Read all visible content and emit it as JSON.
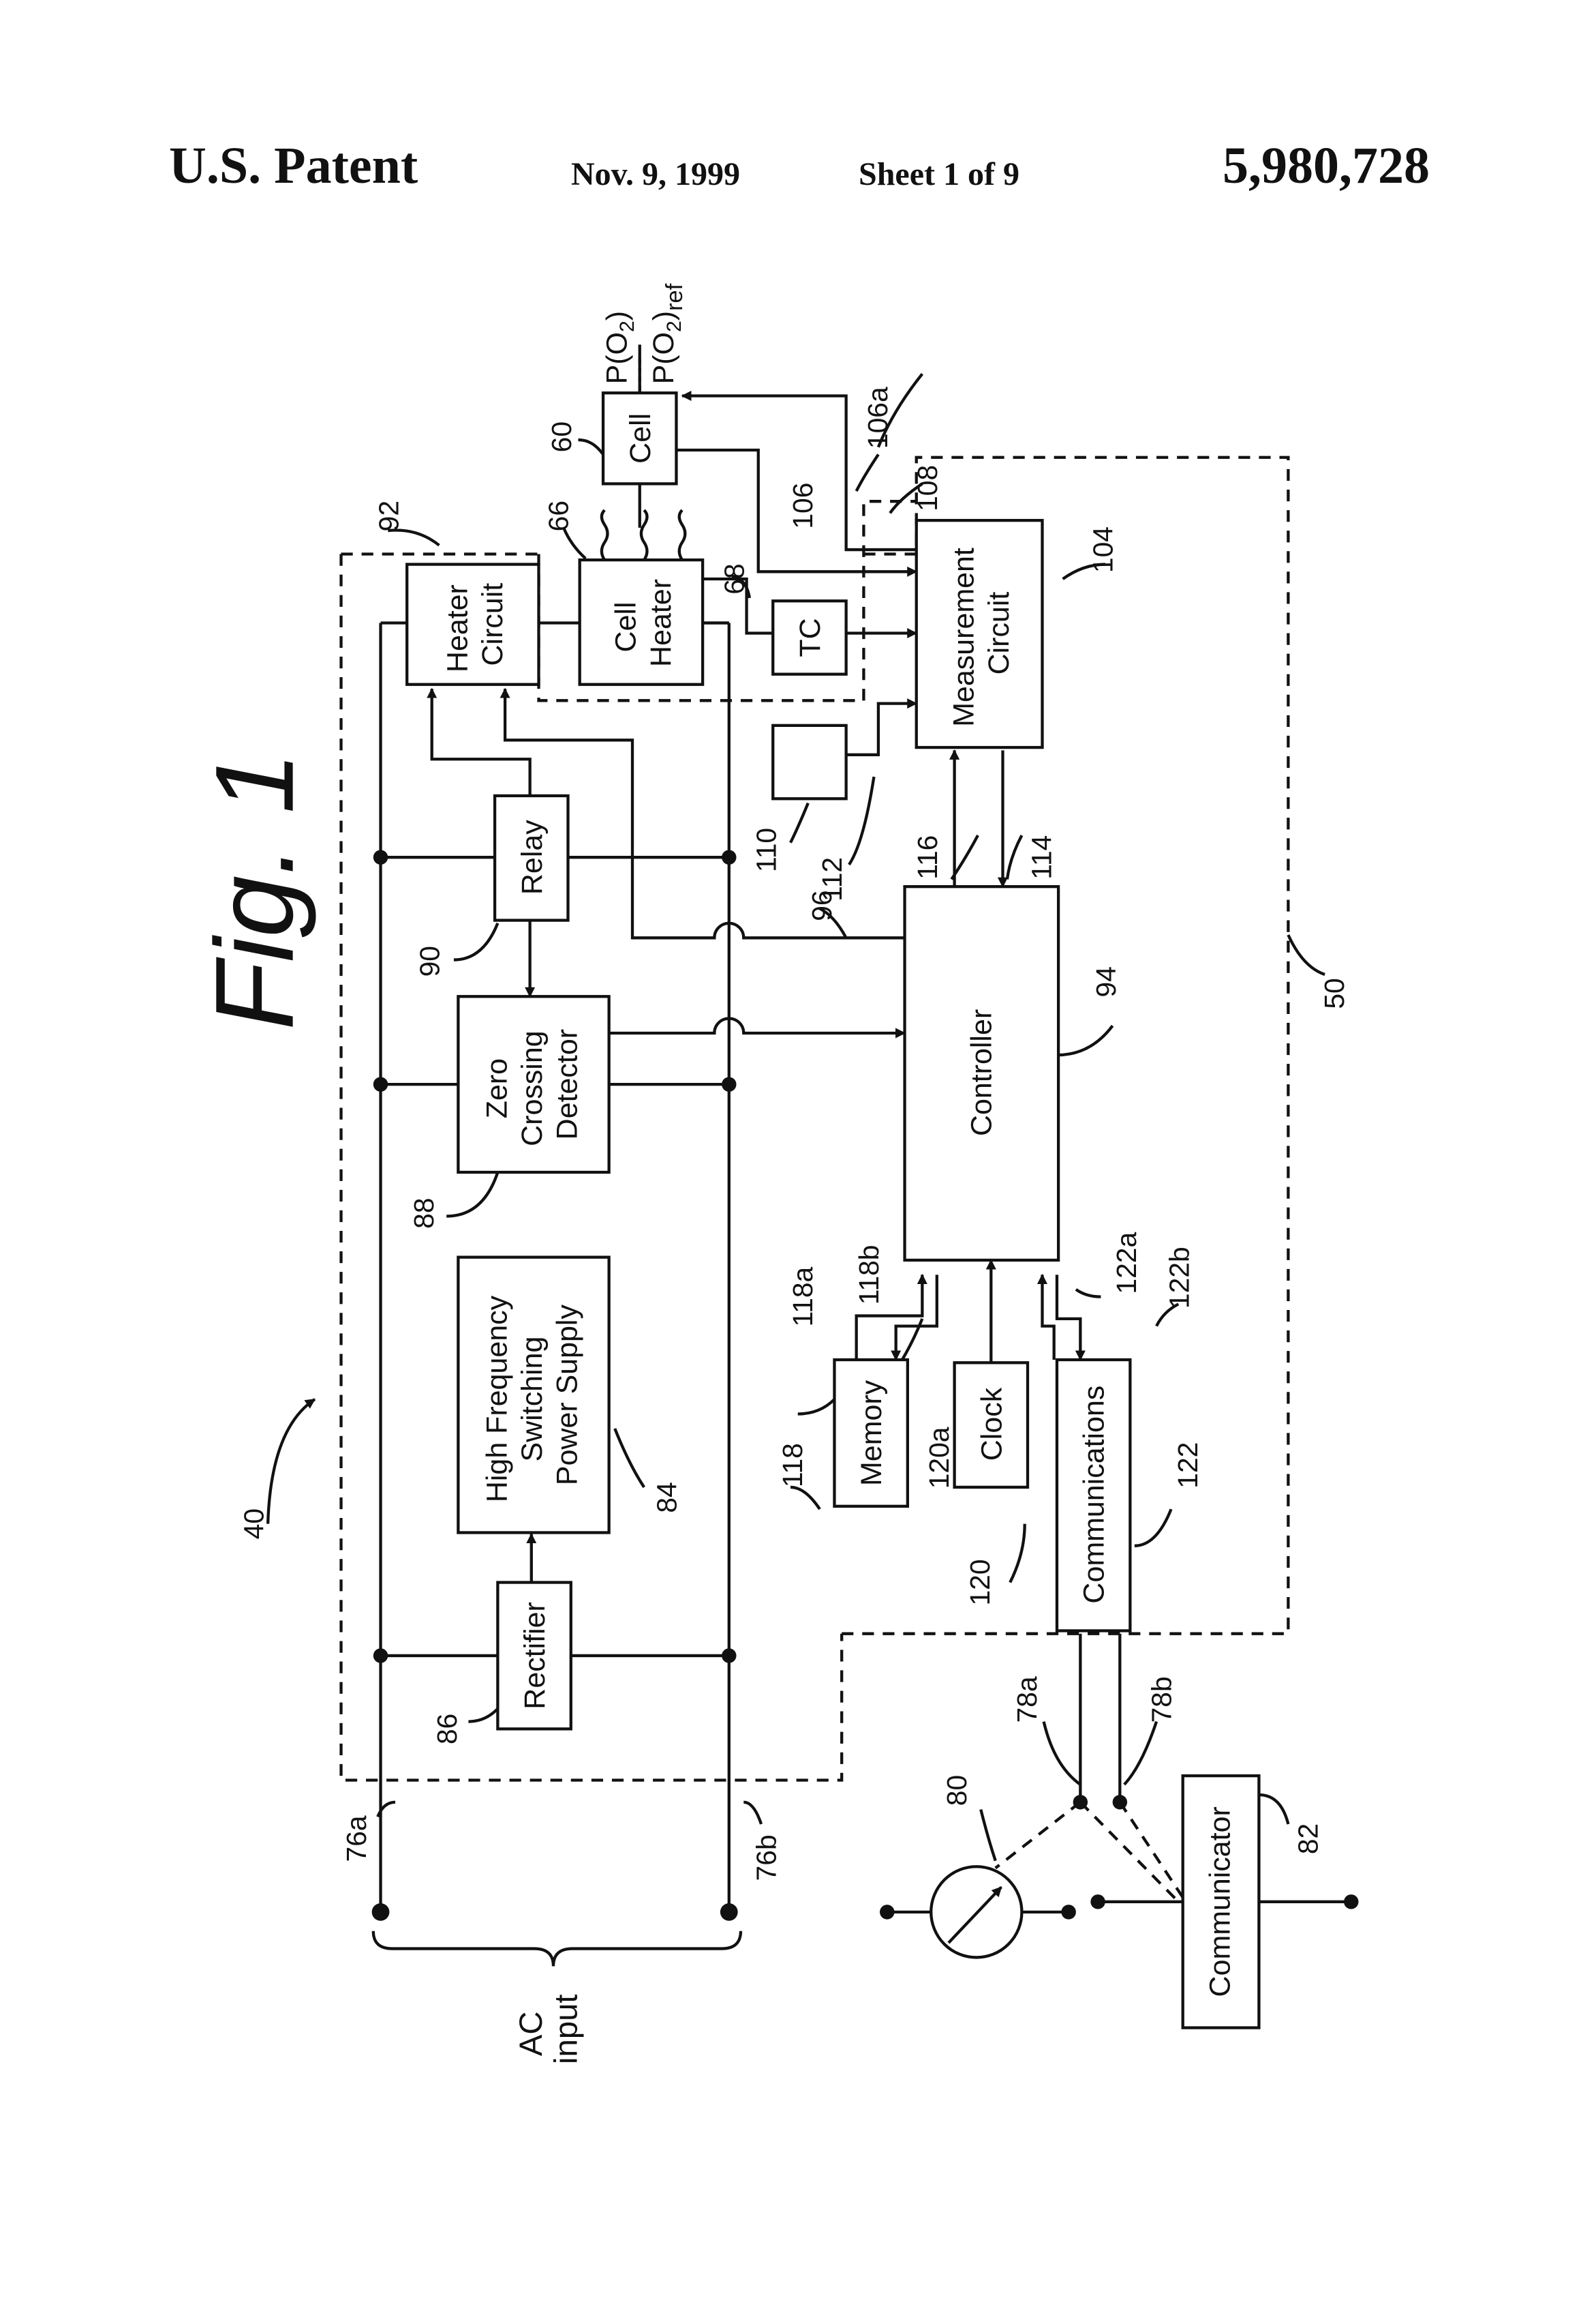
{
  "header": {
    "left": "U.S. Patent",
    "date": "Nov. 9, 1999",
    "sheet": "Sheet 1 of 9",
    "patent_number": "5,980,728"
  },
  "figure": {
    "title": "Fig. 1",
    "blocks": {
      "heater_circuit": [
        "Heater",
        "Circuit"
      ],
      "cell_heater": [
        "Cell",
        "Heater"
      ],
      "cell": "Cell",
      "tc": "TC",
      "measurement_circuit": [
        "Measurement",
        "Circuit"
      ],
      "relay": "Relay",
      "zero_crossing": [
        "Zero",
        "Crossing",
        "Detector"
      ],
      "controller": "Controller",
      "power_supply": [
        "High Frequency",
        "Switching",
        "Power Supply"
      ],
      "rectifier": "Rectifier",
      "memory": "Memory",
      "clock": "Clock",
      "communications": "Communications",
      "communicator": "Communicator"
    },
    "signals": {
      "po2": "P(O",
      "po2_sub": "2",
      "po2_close": ")",
      "po2ref": "P(O",
      "po2ref_sub": "2",
      "po2ref_close": ")",
      "po2ref_suffix": "ref"
    },
    "ac_input": [
      "AC",
      "input"
    ],
    "refs": {
      "r40": "40",
      "r50": "50",
      "r60": "60",
      "r66": "66",
      "r68": "68",
      "r76a": "76a",
      "r76b": "76b",
      "r78a": "78a",
      "r78b": "78b",
      "r80": "80",
      "r82": "82",
      "r84": "84",
      "r86": "86",
      "r88": "88",
      "r90": "90",
      "r92": "92",
      "r94": "94",
      "r96": "96",
      "r104": "104",
      "r106": "106",
      "r106a": "106a",
      "r108": "108",
      "r110": "110",
      "r112": "112",
      "r114": "114",
      "r116": "116",
      "r118": "118",
      "r118a": "118a",
      "r118b": "118b",
      "r120": "120",
      "r120a": "120a",
      "r122": "122",
      "r122a": "122a",
      "r122b": "122b"
    }
  }
}
